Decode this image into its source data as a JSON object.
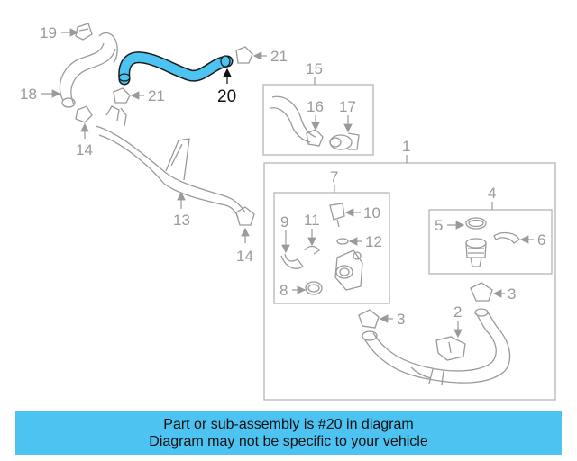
{
  "callouts": {
    "c1": "1",
    "c2": "2",
    "c3a": "3",
    "c3b": "3",
    "c4": "4",
    "c5": "5",
    "c6": "6",
    "c7": "7",
    "c8": "8",
    "c9": "9",
    "c10": "10",
    "c11": "11",
    "c12": "12",
    "c13": "13",
    "c14a": "14",
    "c14b": "14",
    "c15": "15",
    "c16": "16",
    "c17": "17",
    "c18": "18",
    "c19": "19",
    "c20": "20",
    "c21a": "21",
    "c21b": "21"
  },
  "highlight": {
    "part": "20",
    "color": "#4dc3f2"
  },
  "banner": {
    "line1": "Part or sub-assembly is #20 in diagram",
    "line2": "Diagram may not be specific to your vehicle",
    "color": "#4dc3f2"
  }
}
